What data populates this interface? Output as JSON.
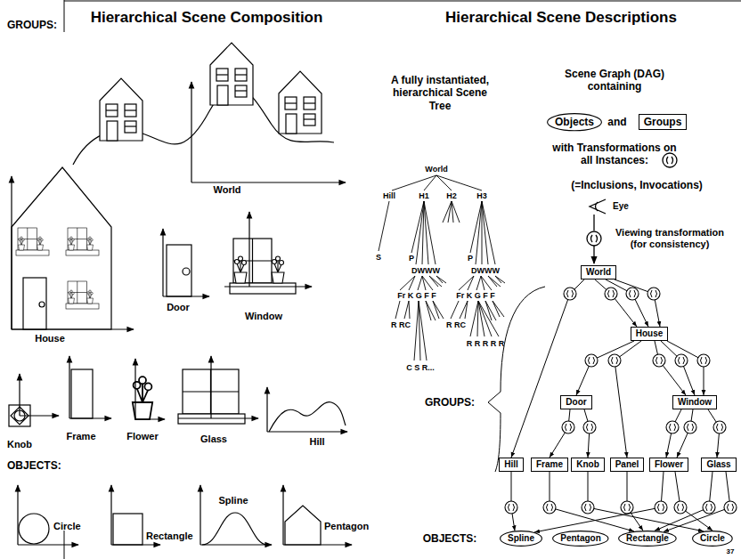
{
  "diagram": {
    "title": "Hierarchical Scene Composition",
    "nodes": [
      {
        "text": [
          "Objects"
        ]
      },
      {
        "text": [
          "Groups"
        ]
      },
      {
        "text": [
          "World"
        ]
      },
      {
        "text": [
          "House"
        ]
      },
      {
        "text": [
          "Door"
        ]
      },
      {
        "text": [
          "Window"
        ]
      },
      {
        "text": [
          "Hill"
        ]
      },
      {
        "text": [
          "Frame"
        ]
      },
      {
        "text": [
          "Knob"
        ]
      },
      {
        "text": [
          "Panel"
        ]
      },
      {
        "text": [
          "Flower"
        ]
      },
      {
        "text": [
          "Glass"
        ]
      },
      {
        "text": [
          "Spline"
        ]
      },
      {
        "text": [
          "Pentagon"
        ]
      },
      {
        "text": [
          "Rectangle"
        ]
      },
      {
        "text": [
          "Circle"
        ]
      }
    ],
    "edges": [
      {
        "from": 2,
        "to": 6,
        "arrow": "to"
      },
      {
        "from": 2,
        "to": 3,
        "arrow": "to"
      },
      {
        "from": 2,
        "to": 3,
        "arrow": "to"
      },
      {
        "from": 2,
        "to": 3,
        "arrow": "to"
      },
      {
        "from": 3,
        "to": 4,
        "arrow": "to"
      },
      {
        "from": 3,
        "to": 9,
        "arrow": "to"
      },
      {
        "from": 3,
        "to": 5,
        "arrow": "to"
      },
      {
        "from": 3,
        "to": 5,
        "arrow": "to"
      },
      {
        "from": 3,
        "to": 5,
        "arrow": "to"
      },
      {
        "from": 4,
        "to": 7,
        "arrow": "to"
      },
      {
        "from": 4,
        "to": 8,
        "arrow": "to"
      },
      {
        "from": 5,
        "to": 10,
        "arrow": "to"
      },
      {
        "from": 5,
        "to": 10,
        "arrow": "to"
      },
      {
        "from": 5,
        "to": 11,
        "arrow": "to"
      },
      {
        "from": 6,
        "to": 12,
        "arrow": "to"
      },
      {
        "from": 7,
        "to": 14,
        "arrow": "to"
      },
      {
        "from": 8,
        "to": 15,
        "arrow": "to"
      },
      {
        "from": 9,
        "to": 14,
        "arrow": "to"
      },
      {
        "from": 10,
        "to": 12,
        "arrow": "to"
      },
      {
        "from": 10,
        "to": 15,
        "arrow": "to"
      },
      {
        "from": 11,
        "to": 14,
        "arrow": "to"
      },
      {
        "from": 11,
        "to": 14,
        "arrow": "to"
      }
    ],
    "labels": [
      "GROUPS:",
      "World",
      "Door",
      "Window",
      "House",
      "Knob",
      "Frame",
      "Flower",
      "Glass",
      "Hill",
      "OBJECTS:",
      "Circle",
      "Rectangle",
      "Spline",
      "Pentagon",
      "Hierarchical Scene Descriptions",
      "A fully instantiated, hierarchical Scene Tree",
      "World",
      "Hill",
      "H1",
      "H2",
      "H3",
      "S",
      "P",
      "DWWW",
      "P",
      "DWWW",
      "Fr K G F F",
      "Fr K G F F",
      "R RC",
      "R RC",
      "C S R...",
      "R R R R R",
      "Scene Graph (DAG) containing",
      "and",
      "with Transformations on all Instances:",
      "(=Inclusions, Invocations)",
      "Eye",
      "Viewing transformation (for consistency)",
      "GROUPS:",
      "OBJECTS:",
      "37"
    ]
  }
}
